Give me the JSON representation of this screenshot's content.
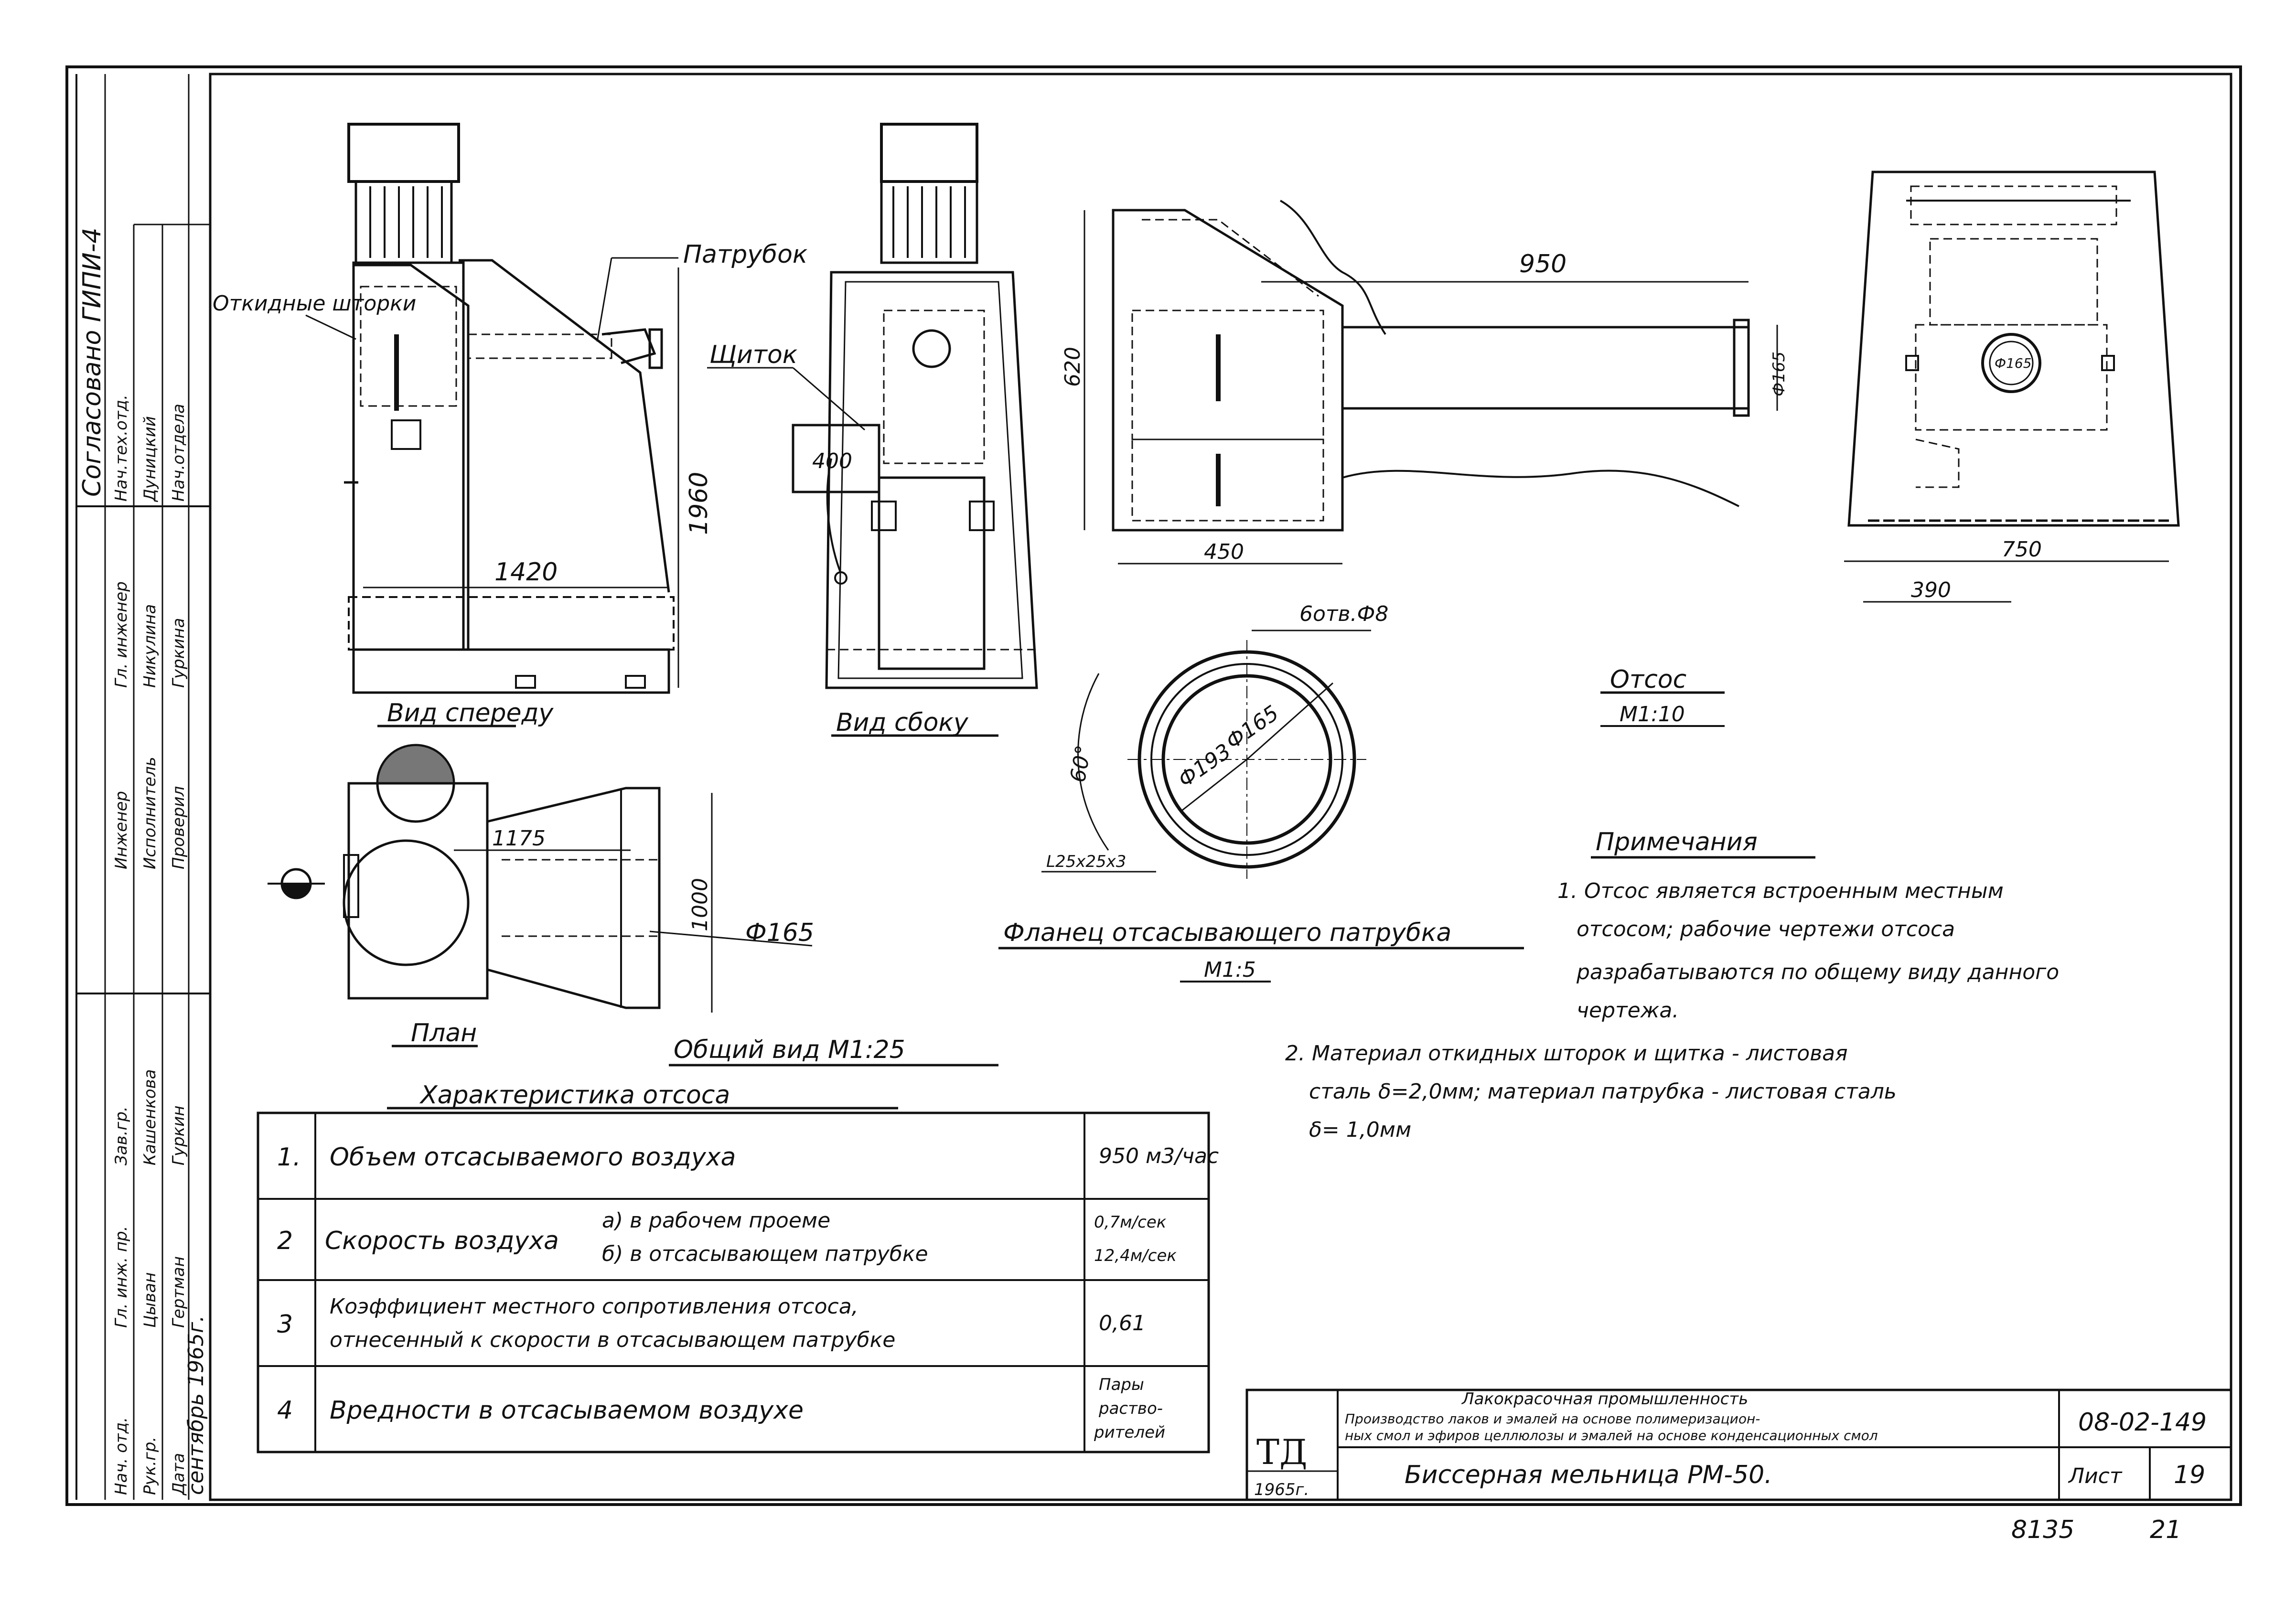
{
  "side_stamp": {
    "approved": "Согласовано ГИПИ-4",
    "rows": [
      [
        "Нач.тех.отд.",
        "Дуницкий",
        "Нач.отдела"
      ],
      [
        "Гл. инженер",
        "Никулина",
        "Гуркина"
      ],
      [
        "Инженер",
        "Исполнитель",
        "Проверил"
      ],
      [
        "Зав.гр.",
        "Кашенкова",
        "Гуркин"
      ],
      [
        "Гл. инж. пр.",
        "Цыван",
        "Гертман"
      ],
      [
        "Нач. отд.",
        "Рук.гр.",
        "Дата"
      ]
    ],
    "date": "сентябрь 1965г."
  },
  "views": {
    "front": "Вид спереду",
    "side": "Вид сбоку",
    "plan": "План",
    "general": "Общий вид М1:25"
  },
  "callouts": {
    "flaps": "Откидные шторки",
    "nozzle": "Патрубок",
    "shield": "Щиток"
  },
  "dimensions": {
    "front_width": "1420",
    "front_height": "1960",
    "side_400": "400",
    "plan_1175": "1175",
    "plan_1000": "1000",
    "plan_d165": "Ф165",
    "suction_950": "950",
    "suction_620": "620",
    "suction_450": "450",
    "suction_d165": "Ф165",
    "back_750": "750",
    "back_390": "390",
    "back_d165": "Ф165",
    "flange_holes": "6отв.Ф8",
    "flange_d165": "Ф165",
    "flange_d193": "Ф193",
    "flange_angle": "60°",
    "flange_section": "L25x25x3"
  },
  "suction_title": "Отсос",
  "suction_scale": "М1:10",
  "flange_title": "Фланец отсасывающего патрубка",
  "flange_scale": "М1:5",
  "notes": {
    "title": "Примечания",
    "items": [
      "1. Отсос является встроенным местным отсосом; рабочие чертежи отсоса разрабатываются по общему виду данного чертежа.",
      "2. Материал откидных шторок и щитка - листовая сталь δ=2,0мм; материал патрубка - листовая сталь δ= 1,0мм"
    ]
  },
  "table": {
    "title": "Характеристика отсоса",
    "rows": [
      {
        "num": "1.",
        "name": "Объем отсасываемого воздуха",
        "sub": "",
        "value": "950 м3/час"
      },
      {
        "num": "2",
        "name": "Скорость воздуха",
        "sub": "а) в рабочем проеме\nб) в отсасывающем патрубке",
        "value": "0,7м/сек\n12,4м/сек"
      },
      {
        "num": "3",
        "name": "Коэффициент местного сопротивления отсоса, отнесенный к скорости в отсасывающем патрубке",
        "sub": "",
        "value": "0,61"
      },
      {
        "num": "4",
        "name": "Вредности в отсасываемом воздухе",
        "sub": "",
        "value": "Пары растворителей"
      }
    ]
  },
  "title_block": {
    "td": "ТД",
    "year": "1965г.",
    "industry": "Лакокрасочная промышленность",
    "production": "Производство лаков и эмалей на основе полимеризационных смол и эфиров целлюлозы и эмалей на основе конденсационных смол",
    "code": "08-02-149",
    "drawing": "Биссерная мельница РМ-50.",
    "sheet_label": "Лист",
    "sheet": "19"
  },
  "footer": {
    "number": "8135",
    "page": "21"
  }
}
